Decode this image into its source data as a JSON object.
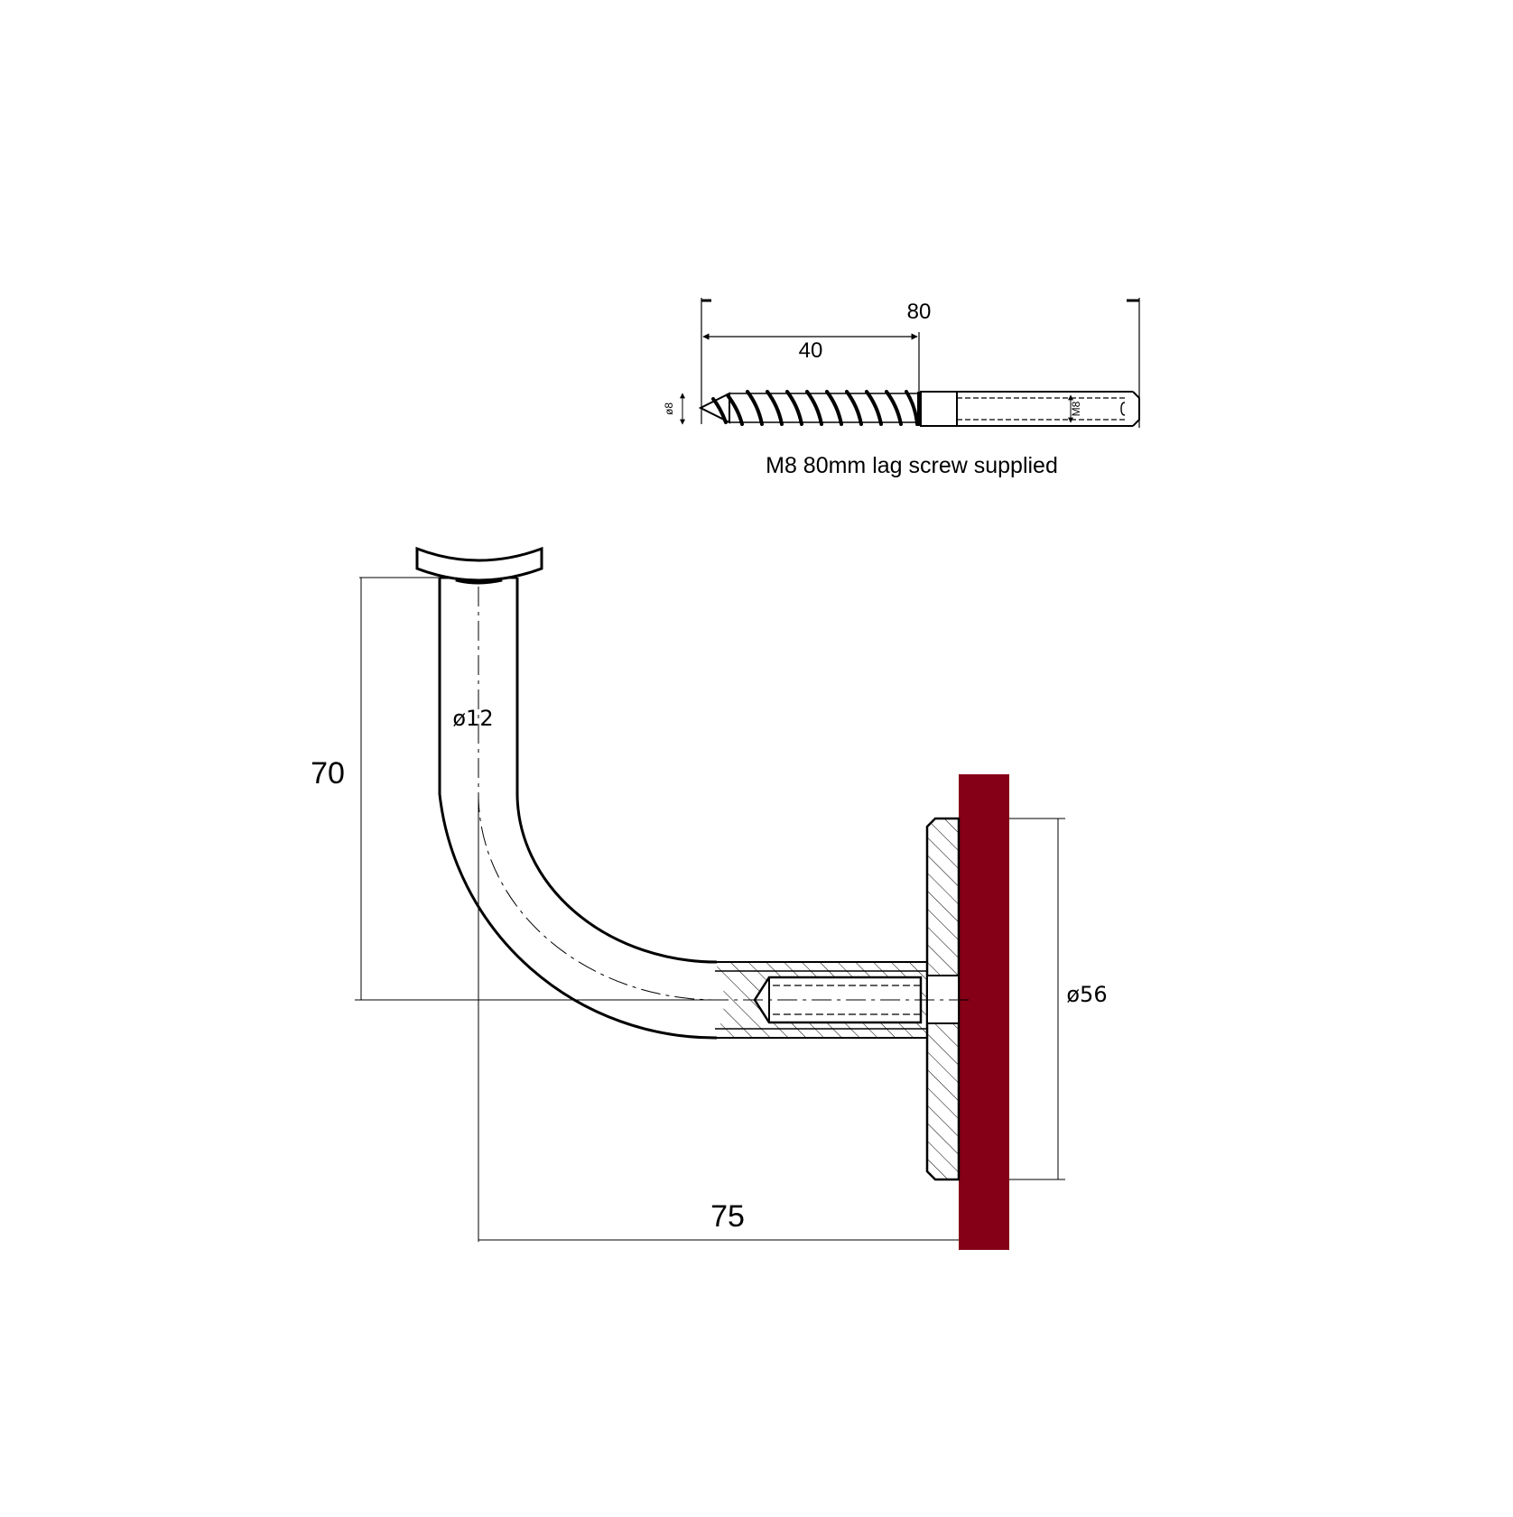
{
  "colors": {
    "wall": "#850016",
    "line": "#000000",
    "background": "#ffffff"
  },
  "screw": {
    "dim_total": "80",
    "dim_thread": "40",
    "dim_wood_thread": "ø8",
    "dim_metric_thread": "M8",
    "caption": "M8 80mm lag screw supplied"
  },
  "bracket": {
    "dim_height": "70",
    "dim_projection": "75",
    "dim_pipe_diameter": "ø12",
    "dim_plate_diameter": "ø56"
  }
}
